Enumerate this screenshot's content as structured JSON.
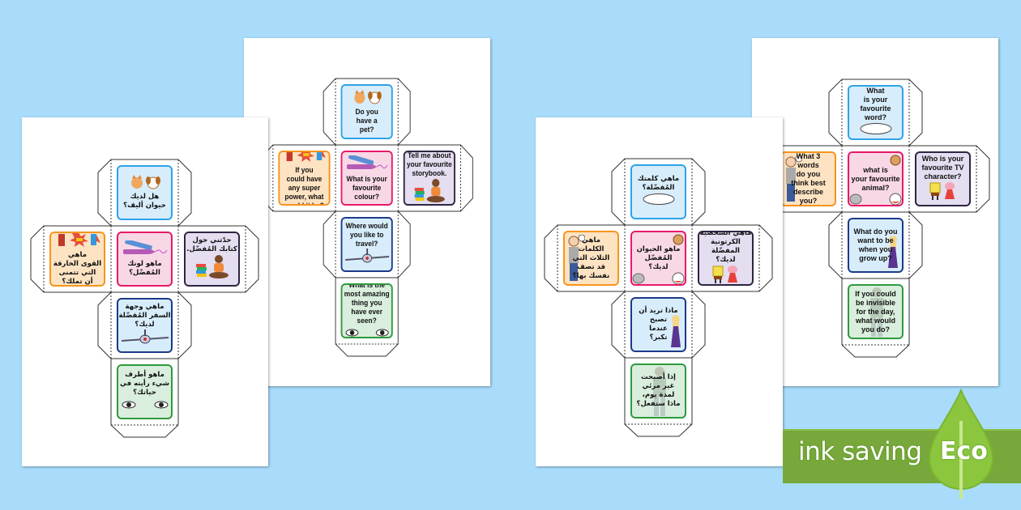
{
  "colors": {
    "background": "#a8dcfa",
    "faces": {
      "top": {
        "bg": "#d8edfb",
        "border": "#2ea3e8"
      },
      "left": {
        "bg": "#fde3c2",
        "border": "#f7941d"
      },
      "center": {
        "bg": "#f9d8e6",
        "border": "#e8196b"
      },
      "right": {
        "bg": "#e5ddf0",
        "border": "#2f2442"
      },
      "row3": {
        "bg": "#d8edfb",
        "border": "#1c3a8c"
      },
      "row4": {
        "bg": "#d9eedd",
        "border": "#2e9a3e"
      }
    },
    "eco_green": "#78a83b"
  },
  "sheets": [
    {
      "id": "arabic-1",
      "lang": "ar",
      "faces": {
        "top": {
          "text": "هل لديك\nحيوان أليف؟",
          "icon": "cat-dog-icon",
          "icon_pos": "top"
        },
        "left": {
          "text": "ماهي\nالقوى الخارقة\nالتي تتمنى\nأن تملك؟",
          "icon": "superhero-icon",
          "icon_pos": "top"
        },
        "center": {
          "text": "ماهو لونك\nالمُفضّل؟",
          "icon": "crayon-icon",
          "icon_pos": "top"
        },
        "right": {
          "text": "حدّثني حول\nكتابك المُفضّل.",
          "icon": "reading-child-icon",
          "icon_pos": "bottom"
        },
        "row3": {
          "text": "ماهي وجهة\nالسفر المُفضّلة\nلديك؟",
          "icon": "airplane-icon",
          "icon_pos": "bottom"
        },
        "row4": {
          "text": "ماهو أطرف\nشيء رأيته في\nحياتك؟",
          "icon": "eyes-icon",
          "icon_pos": "bottom"
        }
      }
    },
    {
      "id": "english-1",
      "lang": "en",
      "faces": {
        "top": {
          "text": "Do you\nhave a\npet?",
          "icon": "cat-dog-icon",
          "icon_pos": "top"
        },
        "left": {
          "text": "If you\ncould have\nany super\npower, what\nwould it be?",
          "icon": "superhero-icon",
          "icon_pos": "top"
        },
        "center": {
          "text": "What is your\nfavourite\ncolour?",
          "icon": "crayon-icon",
          "icon_pos": "top"
        },
        "right": {
          "text": "Tell me about\nyour favourite\nstorybook.",
          "icon": "reading-child-icon",
          "icon_pos": "bottom"
        },
        "row3": {
          "text": "Where would\nyou like to\ntravel?",
          "icon": "airplane-icon",
          "icon_pos": "bottom"
        },
        "row4": {
          "text": "What is the\nmost amazing\nthing you\nhave ever seen?",
          "icon": "eyes-icon",
          "icon_pos": "bottom"
        }
      }
    },
    {
      "id": "arabic-2",
      "lang": "ar",
      "faces": {
        "top": {
          "text": "ماهي كلمتك\nالمُفضّلة؟",
          "icon": "speech-bubble-icon",
          "icon_pos": "bottom"
        },
        "left": {
          "text": "ماهي\nالكلمات\nالثلاث التي\nقد تصف\nنفسك بها؟",
          "icon": "boy-thinking-icon",
          "icon_pos": "none"
        },
        "center": {
          "text": "ماهو الحيوان\nالمُفضّل\nلديك؟",
          "icon": "animals-icon",
          "icon_pos": "none"
        },
        "right": {
          "text": "ماهي الشخصية\nالكرتونية المفضّلة\nلديك؟",
          "icon": "cartoon-characters-icon",
          "icon_pos": "bottom"
        },
        "row3": {
          "text": "ماذا تريد أن\nتصبح\nعندما\nتكبر؟",
          "icon": "girl-icon",
          "icon_pos": "none"
        },
        "row4": {
          "text": "إذا أصبحت\nغير مرئي\nلمدة يوم،\nماذا ستفعل؟",
          "icon": "invisible-man-icon",
          "icon_pos": "none"
        }
      }
    },
    {
      "id": "english-2",
      "lang": "en",
      "faces": {
        "top": {
          "text": "What\nis your\nfavourite\nword?",
          "icon": "speech-bubble-icon",
          "icon_pos": "bottom"
        },
        "left": {
          "text": "What 3\nwords\ndo you\nthink best\ndescribe\nyou?",
          "icon": "boy-thinking-icon",
          "icon_pos": "none"
        },
        "center": {
          "text": "what is\nyour favourite\nanimal?",
          "icon": "animals-icon",
          "icon_pos": "none"
        },
        "right": {
          "text": "Who is your\nfavourite TV\ncharacter?",
          "icon": "cartoon-characters-icon",
          "icon_pos": "bottom"
        },
        "row3": {
          "text": "What do you\nwant to be\nwhen you\ngrow up?",
          "icon": "girl-icon",
          "icon_pos": "none"
        },
        "row4": {
          "text": "If you could\nbe invisible\nfor the day,\nwhat would\nyou do?",
          "icon": "invisible-man-icon",
          "icon_pos": "none"
        }
      }
    }
  ],
  "eco_badge": {
    "text": "ink saving",
    "label": "Eco"
  }
}
